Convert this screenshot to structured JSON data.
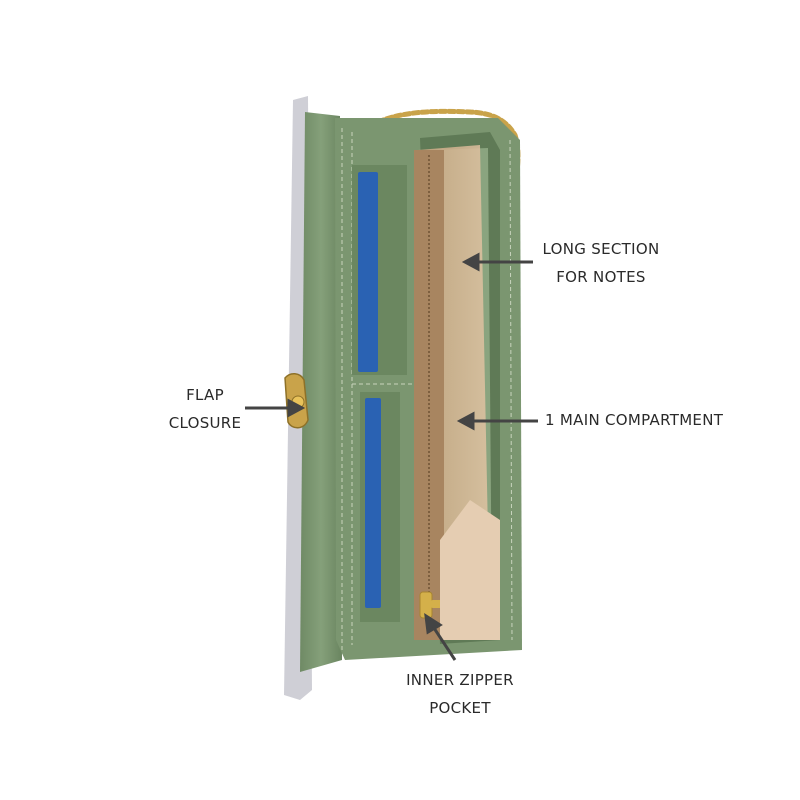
{
  "labels": {
    "notes": {
      "line1": "LONG SECTION",
      "line2": "FOR NOTES"
    },
    "main": {
      "line1": "1 MAIN COMPARTMENT"
    },
    "flap": {
      "line1": "FLAP",
      "line2": "CLOSURE"
    },
    "zipper": {
      "line1": "INNER ZIPPER",
      "line2": "POCKET"
    }
  },
  "colors": {
    "background": "#ffffff",
    "wallet_green": "#7b9670",
    "wallet_green_dark": "#5f7a56",
    "lining_tan": "#d9b89a",
    "zipper_tan": "#a88560",
    "card_blue": "#2a62b3",
    "chain_gold": "#c9a34a",
    "exterior_grey": "#cfcfd6",
    "arrow": "#444444",
    "text": "#2a2a2a"
  }
}
